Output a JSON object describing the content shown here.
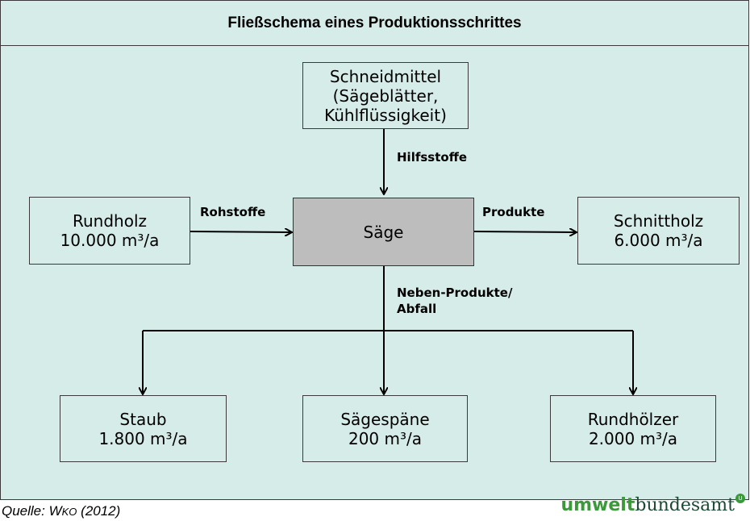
{
  "title": "Fließschema eines Produktionsschrittes",
  "nodes": {
    "schneidmittel": {
      "lines": [
        "Schneidmittel",
        "(Sägeblätter,",
        "Kühlflüssigkeit)"
      ]
    },
    "rundholz": {
      "lines": [
        "Rundholz",
        "10.000 m³/a"
      ]
    },
    "saege": {
      "lines": [
        "Säge"
      ]
    },
    "schnittholz": {
      "lines": [
        "Schnittholz",
        "6.000 m³/a"
      ]
    },
    "staub": {
      "lines": [
        "Staub",
        "1.800 m³/a"
      ]
    },
    "saegespaene": {
      "lines": [
        "Sägespäne",
        "200 m³/a"
      ]
    },
    "rundhoelzer": {
      "lines": [
        "Rundhölzer",
        "2.000 m³/a"
      ]
    }
  },
  "edge_labels": {
    "hilfsstoffe": "Hilfsstoffe",
    "rohstoffe": "Rohstoffe",
    "produkte": "Produkte",
    "nebenprodukte": [
      "Neben-Produkte/",
      "Abfall"
    ]
  },
  "source": {
    "prefix": "Quelle: W",
    "smallcaps": "KO",
    "suffix": " (2012)"
  },
  "logo": {
    "part1": "umwelt",
    "part2": "bundesamt",
    "badge": "U"
  },
  "colors": {
    "background": "#d5ece9",
    "process_fill": "#bdbdbd",
    "logo_green": "#3a9a3a",
    "logo_dark": "#1d4a34"
  }
}
